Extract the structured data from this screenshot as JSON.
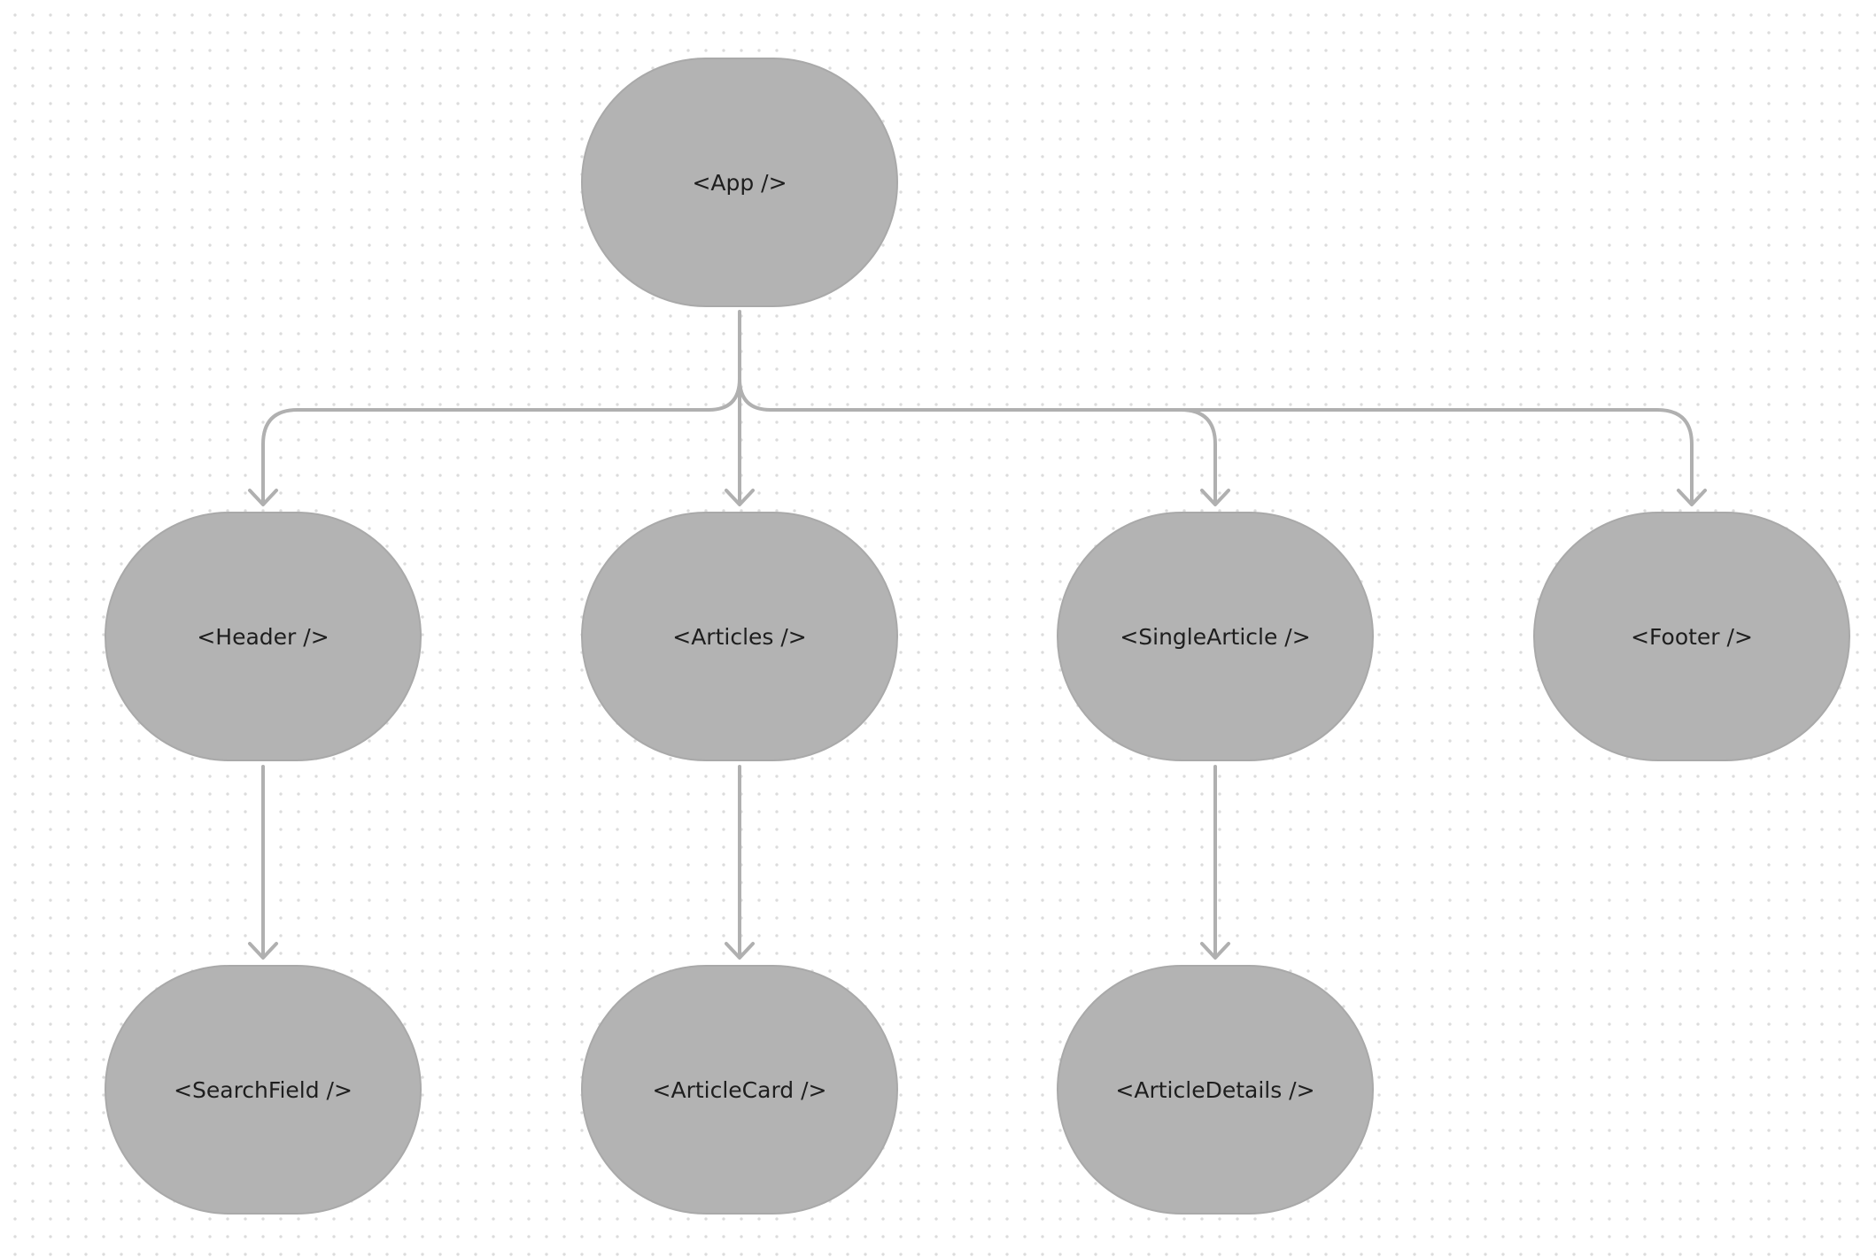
{
  "diagram": {
    "nodes": [
      {
        "id": "app",
        "label": "<App />"
      },
      {
        "id": "header",
        "label": "<Header />"
      },
      {
        "id": "articles",
        "label": "<Articles />"
      },
      {
        "id": "singlearticle",
        "label": "<SingleArticle />"
      },
      {
        "id": "footer",
        "label": "<Footer />"
      },
      {
        "id": "searchfield",
        "label": "<SearchField />"
      },
      {
        "id": "articlecard",
        "label": "<ArticleCard />"
      },
      {
        "id": "articledetails",
        "label": "<ArticleDetails />"
      }
    ],
    "edges": [
      {
        "from": "app",
        "to": "header"
      },
      {
        "from": "app",
        "to": "articles"
      },
      {
        "from": "app",
        "to": "singlearticle"
      },
      {
        "from": "app",
        "to": "footer"
      },
      {
        "from": "header",
        "to": "searchfield"
      },
      {
        "from": "articles",
        "to": "articlecard"
      },
      {
        "from": "singlearticle",
        "to": "articledetails"
      }
    ],
    "colors": {
      "node_fill": "#b3b3b3",
      "node_border": "#a9a9a9",
      "edge": "#b0b0b0",
      "label": "#1e1e1e",
      "canvas_dots": "#dcdcdc"
    }
  }
}
